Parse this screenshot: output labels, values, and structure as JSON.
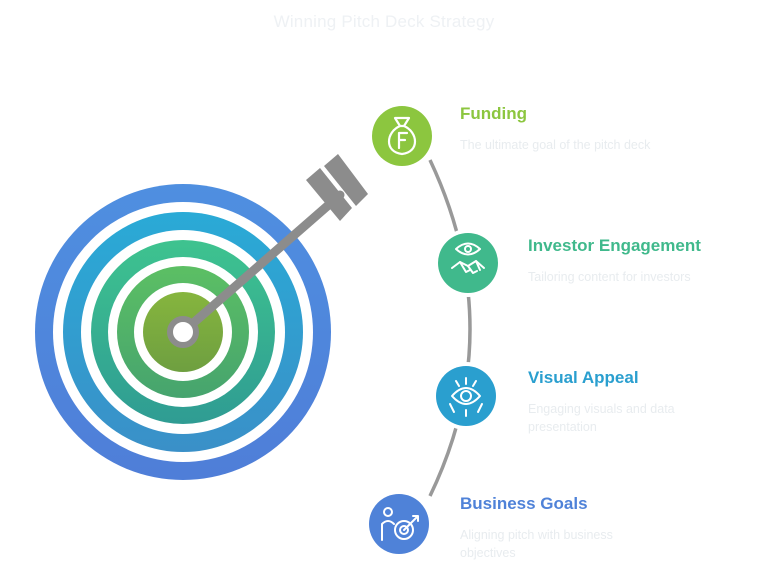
{
  "title": "Winning Pitch Deck Strategy",
  "colors": {
    "ring_outer": "#4f86dd",
    "ring_2": "#2ba1cf",
    "ring_3": "#3fb88a",
    "ring_4": "#5fb55a",
    "ring_center": "#7ea83a",
    "arrow": "#8c8c8c",
    "connector": "#9a9a9a"
  },
  "steps": [
    {
      "name": "funding",
      "title": "Funding",
      "description": "The ultimate goal of the pitch deck",
      "color": "#8cc63f",
      "icon": "money-bag-icon"
    },
    {
      "name": "investor-engagement",
      "title": "Investor Engagement",
      "description": "Tailoring content for investors",
      "color": "#40b98c",
      "icon": "eye-handshake-icon"
    },
    {
      "name": "visual-appeal",
      "title": "Visual Appeal",
      "description": "Engaging visuals and data presentation",
      "color": "#2a9fcf",
      "icon": "eye-focus-icon"
    },
    {
      "name": "business-goals",
      "title": "Business Goals",
      "description": "Aligning pitch with business objectives",
      "color": "#4f82d8",
      "icon": "person-target-icon"
    }
  ]
}
